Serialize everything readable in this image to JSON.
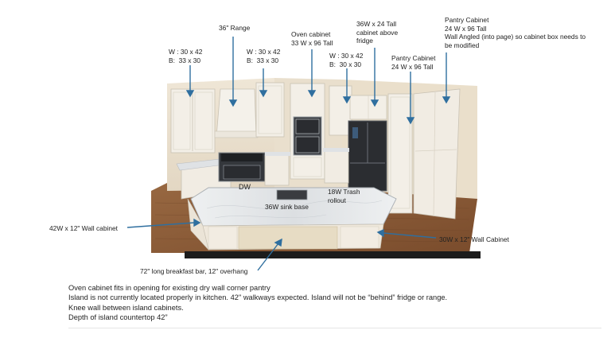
{
  "labels": {
    "range": "36\" Range",
    "oven_cabinet": "Oven cabinet\n33 W x 96 Tall",
    "tall_above_fridge": "36W x 24 Tall\ncabinet above\nfridge",
    "pantry_angled": "Pantry Cabinet\n24 W x 96 Tall\nWall Angled (into page) so cabinet box needs to\nbe modified",
    "pantry_cabinet": "Pantry Cabinet\n24 W x 96 Tall",
    "wall_left": "W : 30 x 42\nB:  33 x 30",
    "wall_middle": "W : 30 x 42\nB:  33 x 30",
    "wall_right": "W : 30 x 42\nB:  30 x 30",
    "dw": "DW",
    "trash_rollout": "18W Trash\nrollout",
    "sink_base": "36W sink base",
    "wall_cab_42": "42W x 12\" Wall cabinet",
    "wall_cab_30": "30W x 12\" Wall Cabinet",
    "breakfast_bar": "72\" long breakfast bar, 12\" overhang"
  },
  "notes": [
    "Oven cabinet fits in opening for existing dry wall corner pantry",
    "Island is not currently located properly in kitchen. 42\" walkways expected. Island will not be “behind” fridge or range.",
    "Knee wall between island cabinets.",
    "Depth of island countertop 42”"
  ],
  "colors": {
    "arrow": "#2f6f9f",
    "cabinet": "#f2eee6",
    "wood_floor": "#8b5a36"
  }
}
